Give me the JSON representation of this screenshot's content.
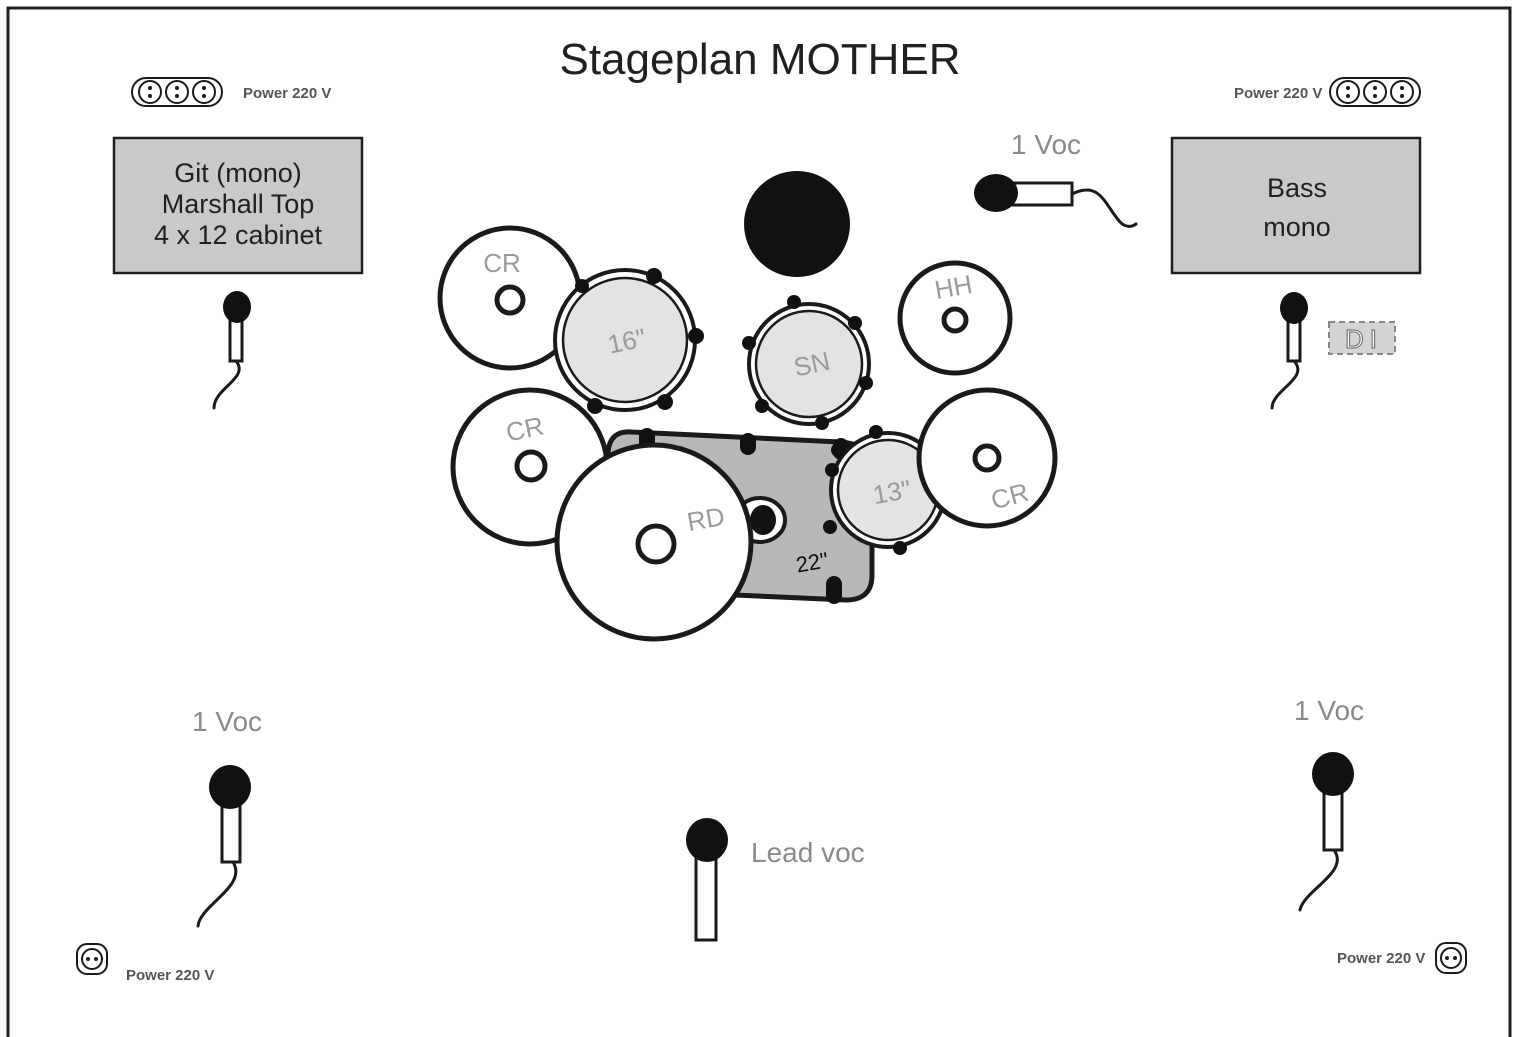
{
  "title": "Stageplan MOTHER",
  "power": {
    "top_left": "Power 220 V",
    "top_right": "Power 220 V",
    "bottom_left": "Power 220 V",
    "bottom_right": "Power 220 V"
  },
  "guitar_amp": {
    "line1": "Git (mono)",
    "line2": "Marshall Top",
    "line3": "4 x 12 cabinet"
  },
  "bass_amp": {
    "line1": "Bass",
    "line2": "mono"
  },
  "di": "DI",
  "vocals": {
    "drum_voc": "1 Voc",
    "left_voc": "1 Voc",
    "right_voc": "1 Voc",
    "lead_voc": "Lead voc"
  },
  "drums": {
    "crash_top_left": "CR",
    "crash_mid_left": "CR",
    "crash_right": "CR",
    "hihat": "HH",
    "ride": "RD",
    "tom_16": "16\"",
    "snare": "SN",
    "tom_13": "13\"",
    "kick_22": "22\""
  },
  "colors": {
    "ink": "#231f20",
    "amp_fill": "#c9c9c9",
    "drum_head_fill": "#e3e3e3",
    "kick_fill": "#b8b8b8",
    "label_gray": "#8a8a8a"
  },
  "icons": [
    "power-outlet-icon",
    "microphone-icon",
    "di-box-icon"
  ]
}
